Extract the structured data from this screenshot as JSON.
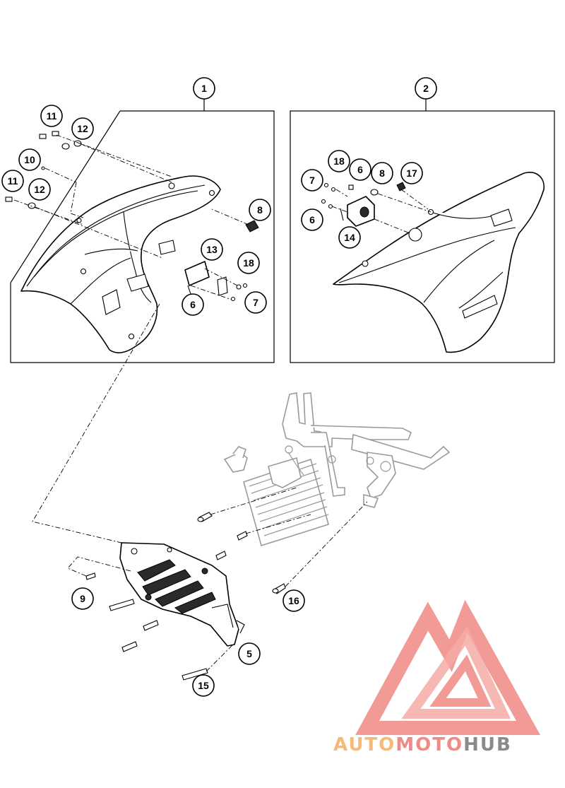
{
  "callouts": {
    "c1": "1",
    "c2": "2",
    "c5": "5",
    "c8a": "8",
    "c8b": "8",
    "c6a": "6",
    "c6b": "6",
    "c6c": "6",
    "c7a": "7",
    "c7b": "7",
    "c9": "9",
    "c10": "10",
    "c11a": "11",
    "c11b": "11",
    "c12a": "12",
    "c12b": "12",
    "c13": "13",
    "c14": "14",
    "c15": "15",
    "c16": "16",
    "c17": "17",
    "c18a": "18",
    "c18b": "18"
  },
  "watermark": {
    "part1": "AUTO",
    "part2": "MOTO",
    "part3": "HUB",
    "colors": {
      "auto": "#f5b97a",
      "moto": "#f08a84",
      "hub": "#8a8a8a"
    }
  },
  "icons": [
    "watermark-logo-icon"
  ]
}
